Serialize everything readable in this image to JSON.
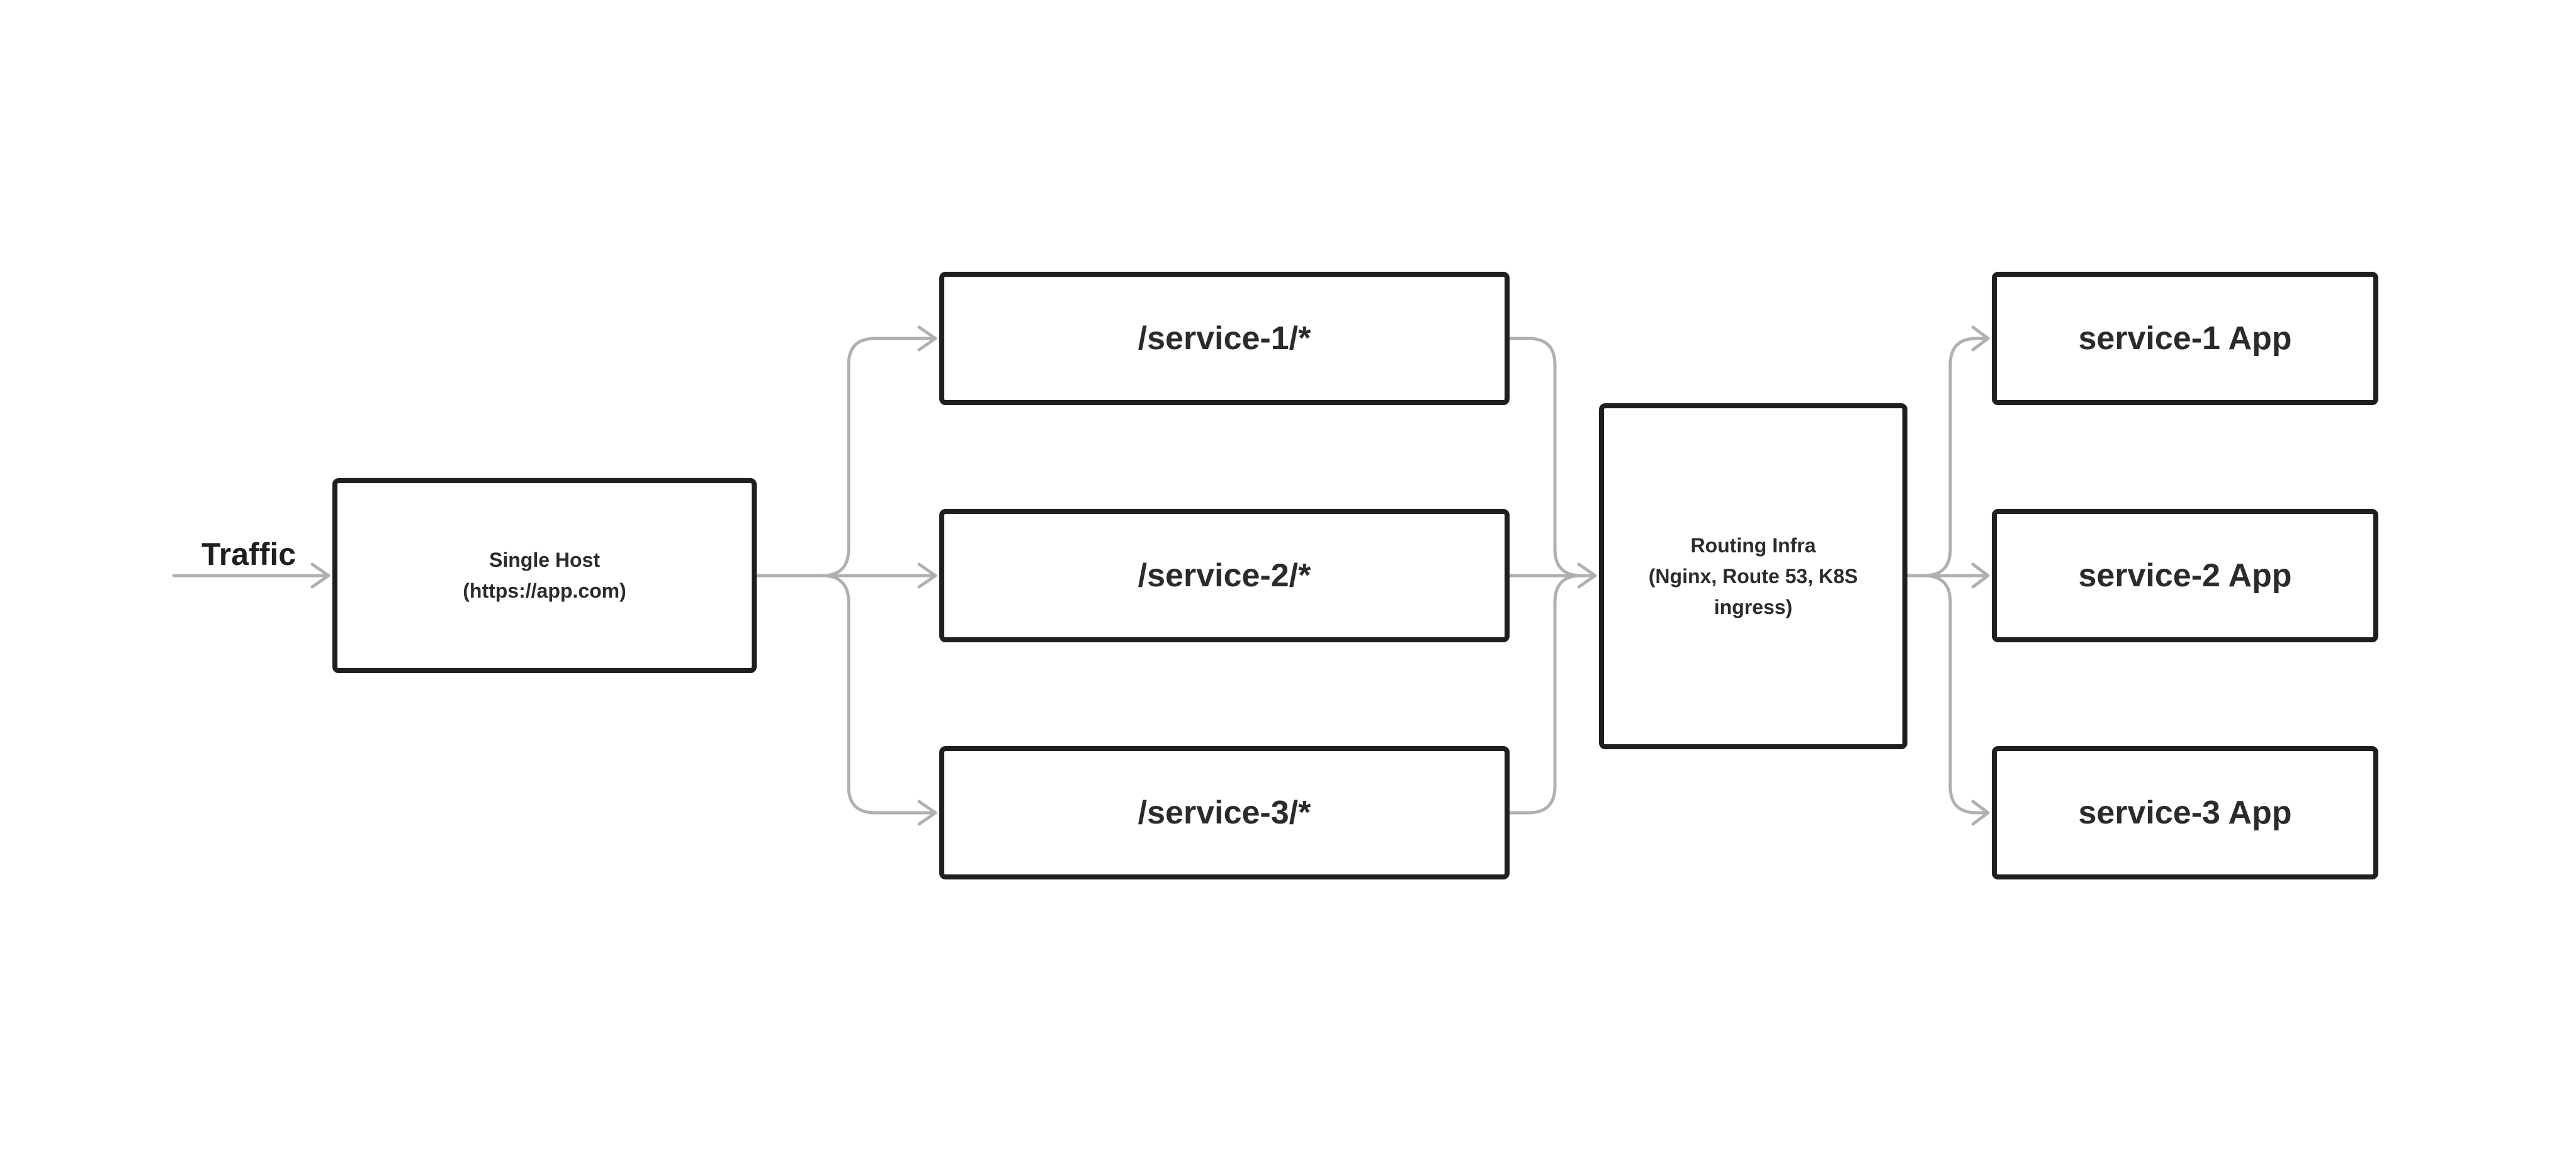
{
  "diagram": {
    "traffic_label": "Traffic",
    "host": {
      "line1": "Single Host",
      "line2": "(https://app.com)"
    },
    "routes": [
      {
        "label": "/service-1/*"
      },
      {
        "label": "/service-2/*"
      },
      {
        "label": "/service-3/*"
      }
    ],
    "infra": {
      "line1": "Routing Infra",
      "line2": "(Nginx, Route 53, K8S",
      "line3": "ingress)"
    },
    "apps": [
      {
        "label": "service-1 App"
      },
      {
        "label": "service-2 App"
      },
      {
        "label": "service-3 App"
      }
    ],
    "colors": {
      "box_border": "#1f1f1f",
      "text": "#2b2b2b",
      "connector": "#b0b0b0",
      "background": "#ffffff"
    }
  }
}
